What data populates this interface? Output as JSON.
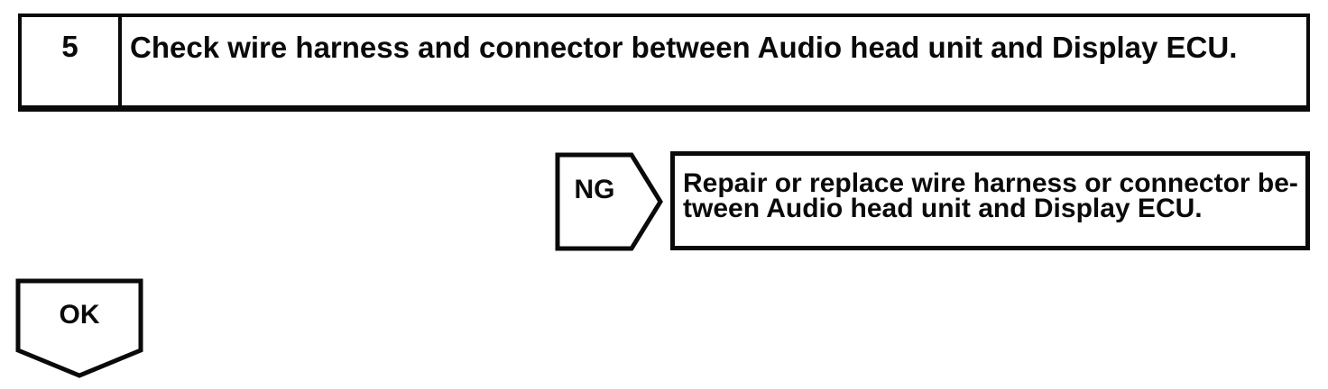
{
  "flowchart": {
    "step": {
      "number": "5",
      "instruction": "Check wire harness and connector between Audio head unit and Display ECU."
    },
    "ng_branch": {
      "label": "NG",
      "action_lines": [
        "Repair or replace wire harness or connector be-",
        "tween Audio head unit and Display ECU."
      ]
    },
    "ok_branch": {
      "label": "OK"
    },
    "colors": {
      "line": "#0a0a0a",
      "background": "#ffffff"
    }
  }
}
